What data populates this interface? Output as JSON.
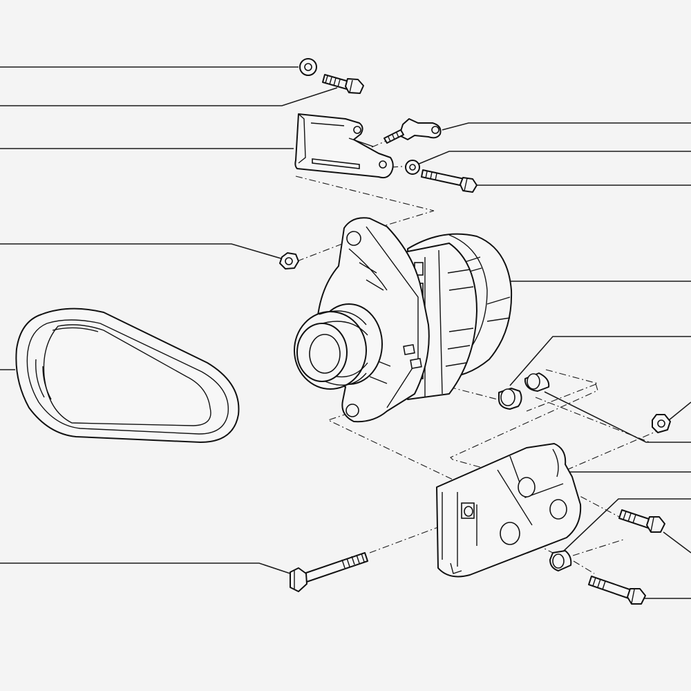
{
  "diagram": {
    "type": "exploded-parts-view",
    "background": "#f4f4f4",
    "line_color": "#111111",
    "parts": [
      "washer",
      "bolt",
      "upper-bracket",
      "adjuster-link",
      "long-bolt",
      "nut",
      "alternator",
      "drive-belt",
      "bushing-pair",
      "flange-nut",
      "lower-bracket",
      "mount-bolt-long",
      "mount-bolt-short-upper",
      "mount-bolt-short-lower",
      "spacer"
    ],
    "callout_count": 14
  }
}
